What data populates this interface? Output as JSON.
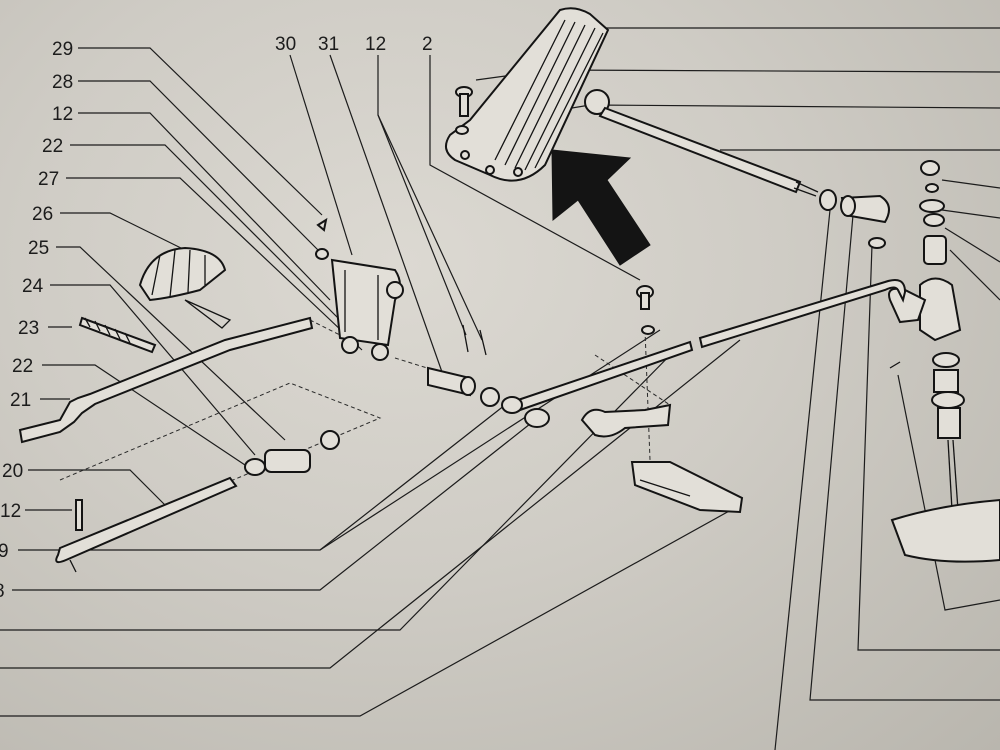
{
  "callouts": {
    "n29": "29",
    "n28": "28",
    "n12a": "12",
    "n22a": "22",
    "n27": "27",
    "n26": "26",
    "n25": "25",
    "n24": "24",
    "n23": "23",
    "n22b": "22",
    "n21": "21",
    "n20": "20",
    "n12b": "12",
    "n19": "9",
    "n18": "8",
    "n30": "30",
    "n31": "31",
    "n12c": "12",
    "n2": "2"
  },
  "colors": {
    "paper": "#d6d3cc",
    "ink": "#141414"
  },
  "icons": {
    "direction_arrow": "arrow-up-left-icon"
  }
}
